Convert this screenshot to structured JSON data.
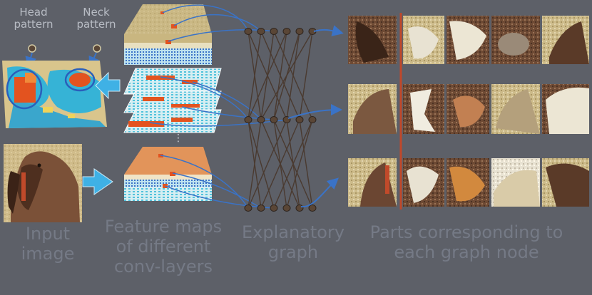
{
  "labels": {
    "head_pattern": [
      "Head",
      "pattern"
    ],
    "neck_pattern": [
      "Neck",
      "pattern"
    ],
    "input_image": [
      "Input",
      "image"
    ],
    "feature_maps": [
      "Feature maps",
      "of different",
      "conv-layers"
    ],
    "explanatory_graph": [
      "Explanatory",
      "graph"
    ],
    "parts": [
      "Parts corresponding to",
      "each graph node"
    ]
  },
  "colors": {
    "background": "#5d6068",
    "caption": "#757a86",
    "arrow": "#3a73c7",
    "divider": "#c0482a",
    "node": "#5a4636",
    "heatmap_hot": "#e3531f",
    "heatmap_cool": "#36b3d6"
  },
  "icons": [
    "head-node-icon",
    "neck-node-icon",
    "left-arrow-icon",
    "right-arrow-icon"
  ]
}
